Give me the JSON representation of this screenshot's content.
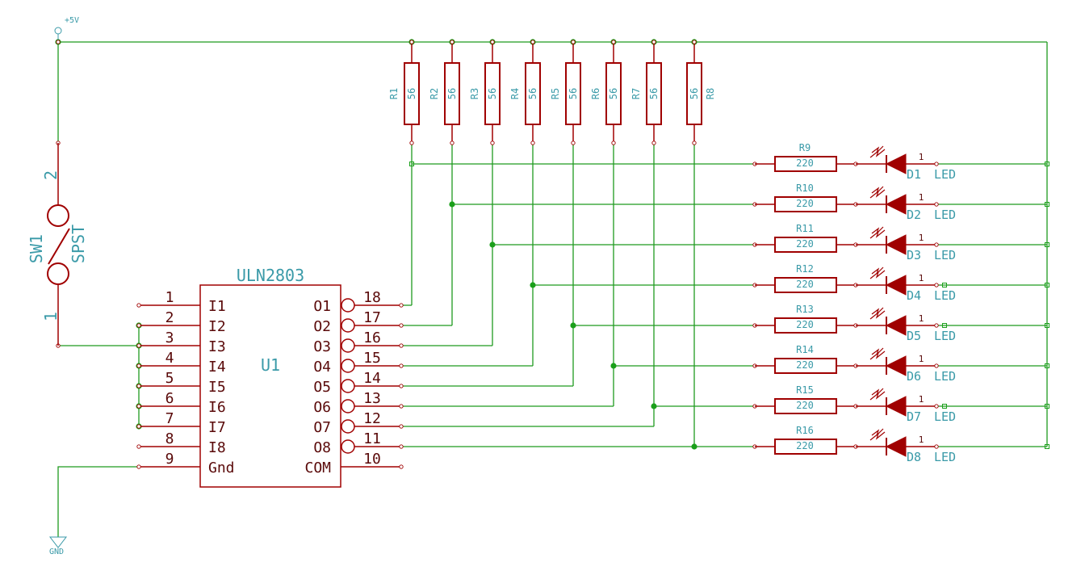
{
  "power": {
    "vcc_label": "+5V",
    "gnd_label": "GND"
  },
  "switch": {
    "ref": "SW1",
    "value": "SPST",
    "pin1": "1",
    "pin2": "2"
  },
  "ic": {
    "name": "ULN2803",
    "ref": "U1",
    "left_pins": [
      {
        "num": "1",
        "name": "I1"
      },
      {
        "num": "2",
        "name": "I2"
      },
      {
        "num": "3",
        "name": "I3"
      },
      {
        "num": "4",
        "name": "I4"
      },
      {
        "num": "5",
        "name": "I5"
      },
      {
        "num": "6",
        "name": "I6"
      },
      {
        "num": "7",
        "name": "I7"
      },
      {
        "num": "8",
        "name": "I8"
      },
      {
        "num": "9",
        "name": "Gnd"
      }
    ],
    "right_pins": [
      {
        "num": "18",
        "name": "O1"
      },
      {
        "num": "17",
        "name": "O2"
      },
      {
        "num": "16",
        "name": "O3"
      },
      {
        "num": "15",
        "name": "O4"
      },
      {
        "num": "14",
        "name": "O5"
      },
      {
        "num": "13",
        "name": "O6"
      },
      {
        "num": "12",
        "name": "O7"
      },
      {
        "num": "11",
        "name": "O8"
      },
      {
        "num": "10",
        "name": "COM"
      }
    ]
  },
  "pullups": [
    {
      "ref": "R1",
      "value": "56"
    },
    {
      "ref": "R2",
      "value": "56"
    },
    {
      "ref": "R3",
      "value": "56"
    },
    {
      "ref": "R4",
      "value": "56"
    },
    {
      "ref": "R5",
      "value": "56"
    },
    {
      "ref": "R6",
      "value": "56"
    },
    {
      "ref": "R7",
      "value": "56"
    },
    {
      "ref": "R8",
      "value": "56"
    }
  ],
  "led_rows": [
    {
      "res_ref": "R9",
      "res_value": "220",
      "led_ref": "D1",
      "led_value": "LED",
      "pin": "1"
    },
    {
      "res_ref": "R10",
      "res_value": "220",
      "led_ref": "D2",
      "led_value": "LED",
      "pin": "1"
    },
    {
      "res_ref": "R11",
      "res_value": "220",
      "led_ref": "D3",
      "led_value": "LED",
      "pin": "1"
    },
    {
      "res_ref": "R12",
      "res_value": "220",
      "led_ref": "D4",
      "led_value": "LED",
      "pin": "1"
    },
    {
      "res_ref": "R13",
      "res_value": "220",
      "led_ref": "D5",
      "led_value": "LED",
      "pin": "1"
    },
    {
      "res_ref": "R14",
      "res_value": "220",
      "led_ref": "D6",
      "led_value": "LED",
      "pin": "1"
    },
    {
      "res_ref": "R15",
      "res_value": "220",
      "led_ref": "D7",
      "led_value": "LED",
      "pin": "1"
    },
    {
      "res_ref": "R16",
      "res_value": "220",
      "led_ref": "D8",
      "led_value": "LED",
      "pin": "1"
    }
  ],
  "colors": {
    "wire": "#1f9a1f",
    "junction": "#1aa01a",
    "component": "#a00000",
    "label": "#3a9aa8",
    "pin_text": "#5a0a0a"
  }
}
